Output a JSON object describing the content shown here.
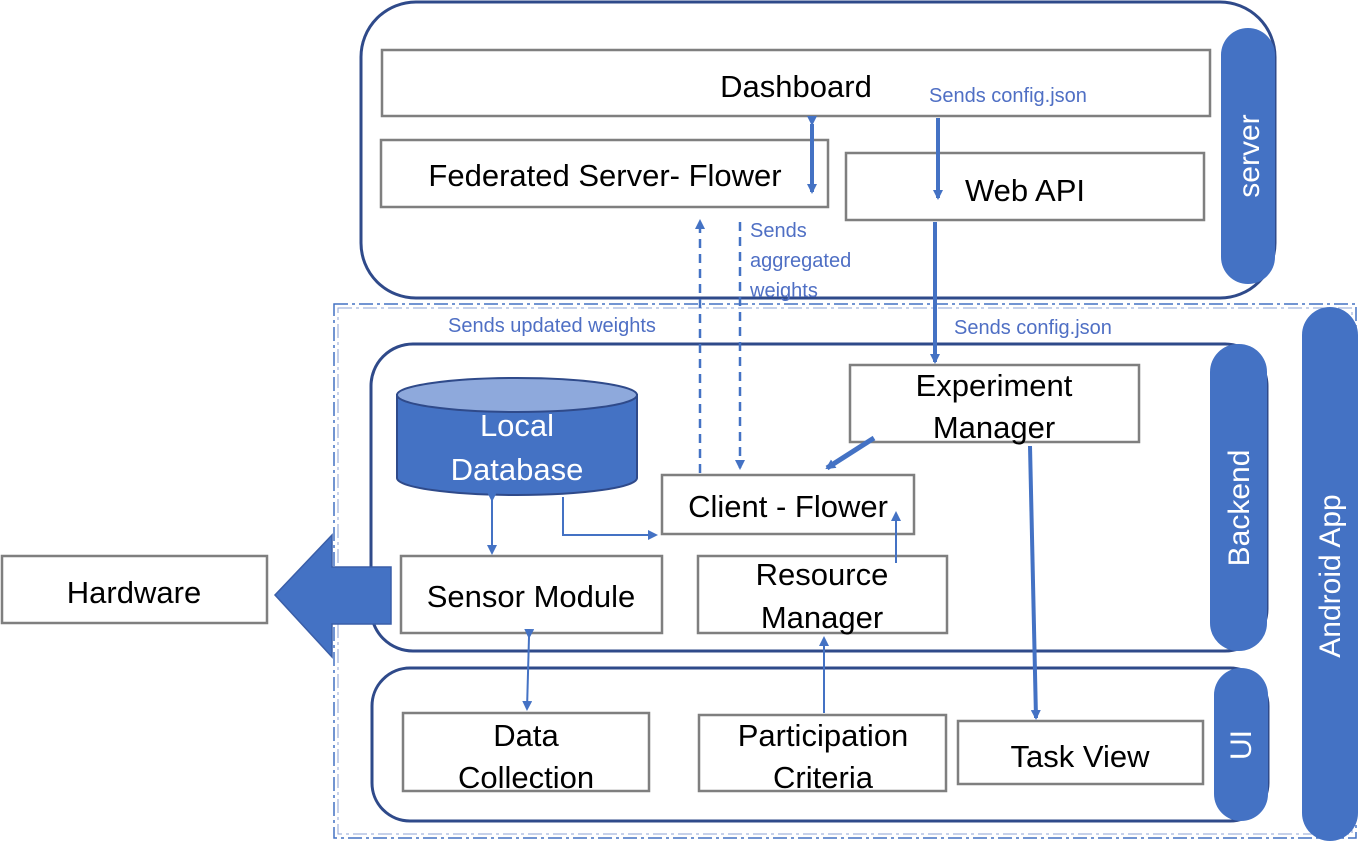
{
  "colors": {
    "accent": "#4472c4",
    "accent_dark": "#2f4a8a",
    "box_border": "#7f7f7f",
    "note_text": "#4f6fc4"
  },
  "server": {
    "side_label": "server",
    "dashboard": "Dashboard",
    "federated_server": "Federated Server- Flower",
    "web_api": "Web API",
    "note_sends_config": "Sends config.json"
  },
  "notes": {
    "sends_aggregated_line1": "Sends",
    "sends_aggregated_line2": "aggregated",
    "sends_aggregated_line3": "weights",
    "sends_updated_weights": "Sends updated weights",
    "sends_config_json": "Sends config.json"
  },
  "android": {
    "side_label": "Android App",
    "backend": {
      "side_label": "Backend",
      "local_database_line1": "Local",
      "local_database_line2": "Database",
      "experiment_manager_line1": "Experiment",
      "experiment_manager_line2": "Manager",
      "client_flower": "Client - Flower",
      "sensor_module": "Sensor Module",
      "resource_manager_line1": "Resource",
      "resource_manager_line2": "Manager"
    },
    "ui": {
      "side_label": "UI",
      "data_collection_line1": "Data",
      "data_collection_line2": "Collection",
      "participation_criteria_line1": "Participation",
      "participation_criteria_line2": "Criteria",
      "task_view": "Task View"
    }
  },
  "hardware": {
    "label": "Hardware"
  }
}
